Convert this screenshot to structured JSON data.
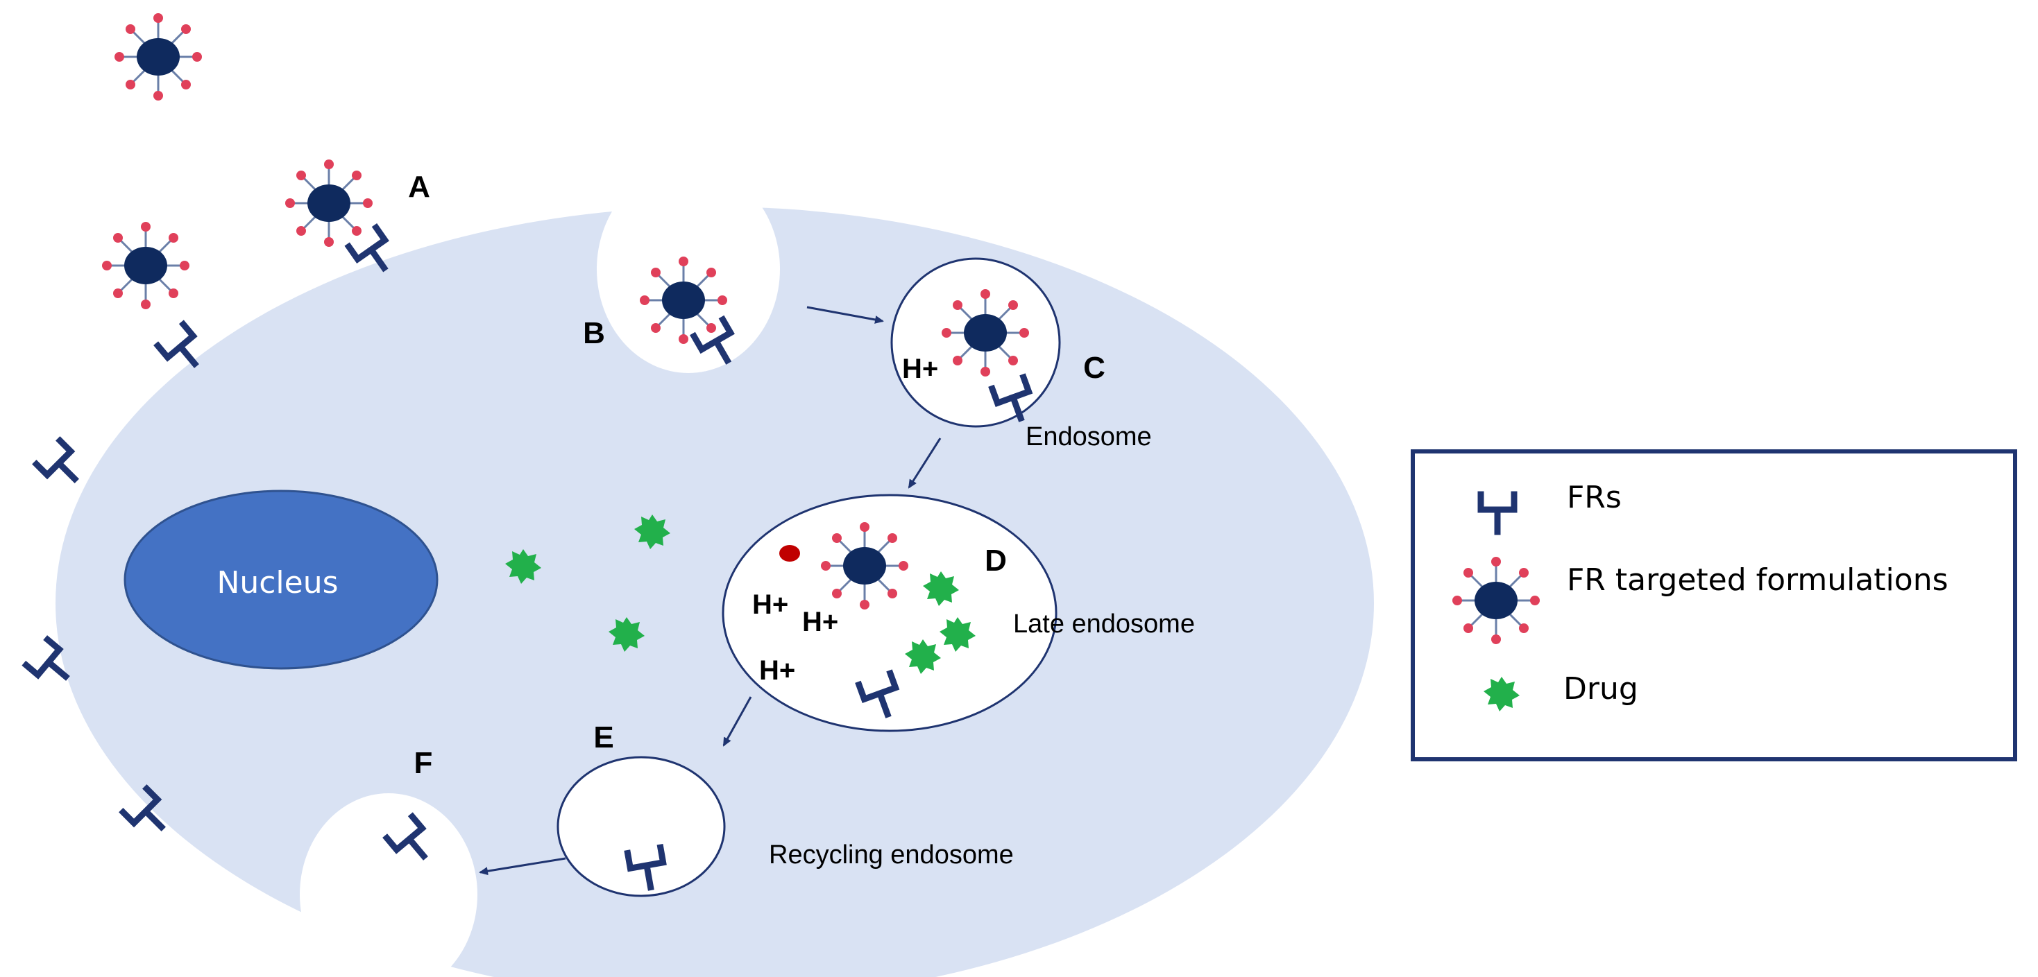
{
  "colors": {
    "cell": "#d9e2f3",
    "nucleus": "#4472c4",
    "nucleus_border": "#2f528f",
    "particle_core": "#0f2a5e",
    "ligand_tip": "#e0405a",
    "receptor": "#1f3470",
    "drug": "#22b04b",
    "red_dot": "#c00000",
    "arrow": "#1f3470",
    "vesicle_border": "#1f3470",
    "legend_border": "#1f3470"
  },
  "stages": {
    "a": "A",
    "b": "B",
    "c": "C",
    "d": "D",
    "e": "E",
    "f": "F"
  },
  "proton": "H+",
  "compartments": {
    "nucleus": "Nucleus",
    "endosome": "Endosome",
    "late_endosome": "Late endosome",
    "recycling_endosome": "Recycling endosome"
  },
  "legend": {
    "receptor_label": "FRs",
    "formulation_label": "FR targeted formulations",
    "drug_label": "Drug",
    "receptor_icon": "folate-receptor-icon",
    "formulation_icon": "targeted-nanoparticle-icon",
    "drug_icon": "drug-star-icon"
  }
}
